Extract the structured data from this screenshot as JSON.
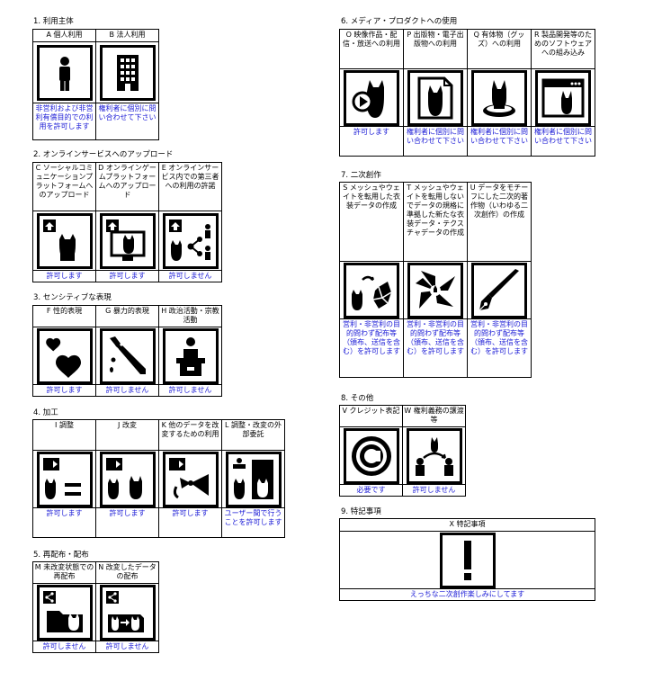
{
  "sections": [
    {
      "id": "s1",
      "title": "1. 利用主体",
      "items": [
        {
          "header": "A 個人利用",
          "status": "非営利および非営利有償目的での利用を許可します",
          "icon": "person-icon"
        },
        {
          "header": "B 法人利用",
          "status": "権利者に個別に問い合わせて下さい",
          "icon": "building-icon"
        }
      ]
    },
    {
      "id": "s2",
      "title": "2. オンラインサービスへのアップロード",
      "items": [
        {
          "header": "C ソーシャルコミュニケーションプラットフォームへのアップロード",
          "status": "許可します",
          "icon": "upload-icon"
        },
        {
          "header": "D オンラインゲームプラットフォームへのアップロード",
          "status": "許可します",
          "icon": "game-upload-icon"
        },
        {
          "header": "E オンラインサービス内での第三者への利用の許諾",
          "status": "許可しません",
          "icon": "share-network-icon"
        }
      ]
    },
    {
      "id": "s3",
      "title": "3. センシティブな表現",
      "items": [
        {
          "header": "F 性的表現",
          "status": "許可します",
          "icon": "hearts-icon"
        },
        {
          "header": "G 暴力的表現",
          "status": "許可しません",
          "icon": "knife-icon"
        },
        {
          "header": "H 政治活動・宗教活動",
          "status": "許可しません",
          "icon": "podium-icon"
        }
      ]
    },
    {
      "id": "s4",
      "title": "4. 加工",
      "items": [
        {
          "header": "I 調整",
          "status": "許可します",
          "icon": "adjust-icon"
        },
        {
          "header": "J 改変",
          "status": "許可します",
          "icon": "modify-icon"
        },
        {
          "header": "K 他のデータを改変するための利用",
          "status": "許可します",
          "icon": "bow-icon"
        },
        {
          "header": "L 調整・改変の外部委託",
          "status": "ユーザー間で行うことを許可します",
          "icon": "outsource-icon"
        }
      ]
    },
    {
      "id": "s5",
      "title": "5. 再配布・配布",
      "items": [
        {
          "header": "M 未改変状態での再配布",
          "status": "許可しません",
          "icon": "redistribute-icon"
        },
        {
          "header": "N 改変したデータの配布",
          "status": "許可しません",
          "icon": "modified-distribute-icon"
        }
      ]
    },
    {
      "id": "s6",
      "title": "6. メディア・プロダクトへの使用",
      "items": [
        {
          "header": "O 映像作品・配信・放送への利用",
          "status": "許可します",
          "icon": "video-icon"
        },
        {
          "header": "P 出版物・電子出版物への利用",
          "status": "権利者に個別に問い合わせて下さい",
          "icon": "publication-icon"
        },
        {
          "header": "Q 有体物（グッズ）への利用",
          "status": "権利者に個別に問い合わせて下さい",
          "icon": "goods-icon"
        },
        {
          "header": "R 製品開発等のためのソフトウェアへの組み込み",
          "status": "権利者に個別に問い合わせて下さい",
          "icon": "software-icon"
        }
      ]
    },
    {
      "id": "s7",
      "title": "7. 二次創作",
      "items": [
        {
          "header": "S メッシュやウェイトを転用した衣装データの作成",
          "status": "営利・非営利の目的問わず配布等（頒布、送信を含む）を許可します",
          "icon": "costume-icon"
        },
        {
          "header": "T メッシュやウェイトを転用しないでデータの規格に準拠した新たな衣装データ・テクスチャデータの作成",
          "status": "営利・非営利の目的問わず配布等（頒布、送信を含む）を許可します",
          "icon": "texture-icon"
        },
        {
          "header": "U データをモチーフにした二次的著作物（いわゆる二次創作）の作成",
          "status": "営利・非営利の目的問わず配布等（頒布、送信を含む）を許可します",
          "icon": "pen-nib-icon"
        }
      ]
    },
    {
      "id": "s8",
      "title": "8. その他",
      "items": [
        {
          "header": "V クレジット表記",
          "status": "必要です",
          "icon": "copyright-icon"
        },
        {
          "header": "W 権利義務の譲渡等",
          "status": "許可しません",
          "icon": "transfer-icon"
        }
      ]
    },
    {
      "id": "s9",
      "title": "9. 特記事項",
      "items": [
        {
          "header": "X 特記事項",
          "status": "えっちな二次創作楽しみにしてます",
          "icon": "exclamation-icon"
        }
      ]
    }
  ]
}
